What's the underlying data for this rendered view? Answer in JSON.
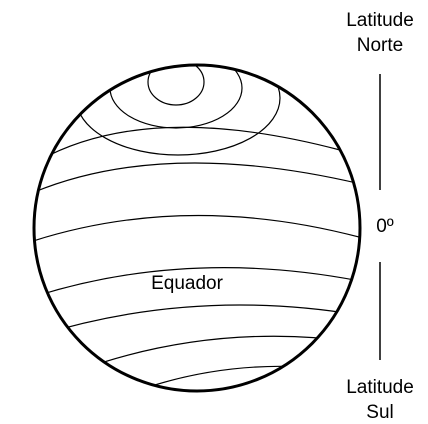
{
  "labels": {
    "north_line1": "Latitude",
    "north_line2": "Norte",
    "equator_degree": "0º",
    "equator": "Equador",
    "south_line1": "Latitude",
    "south_line2": "Sul"
  },
  "colors": {
    "stroke": "#000000",
    "background": "#ffffff"
  }
}
